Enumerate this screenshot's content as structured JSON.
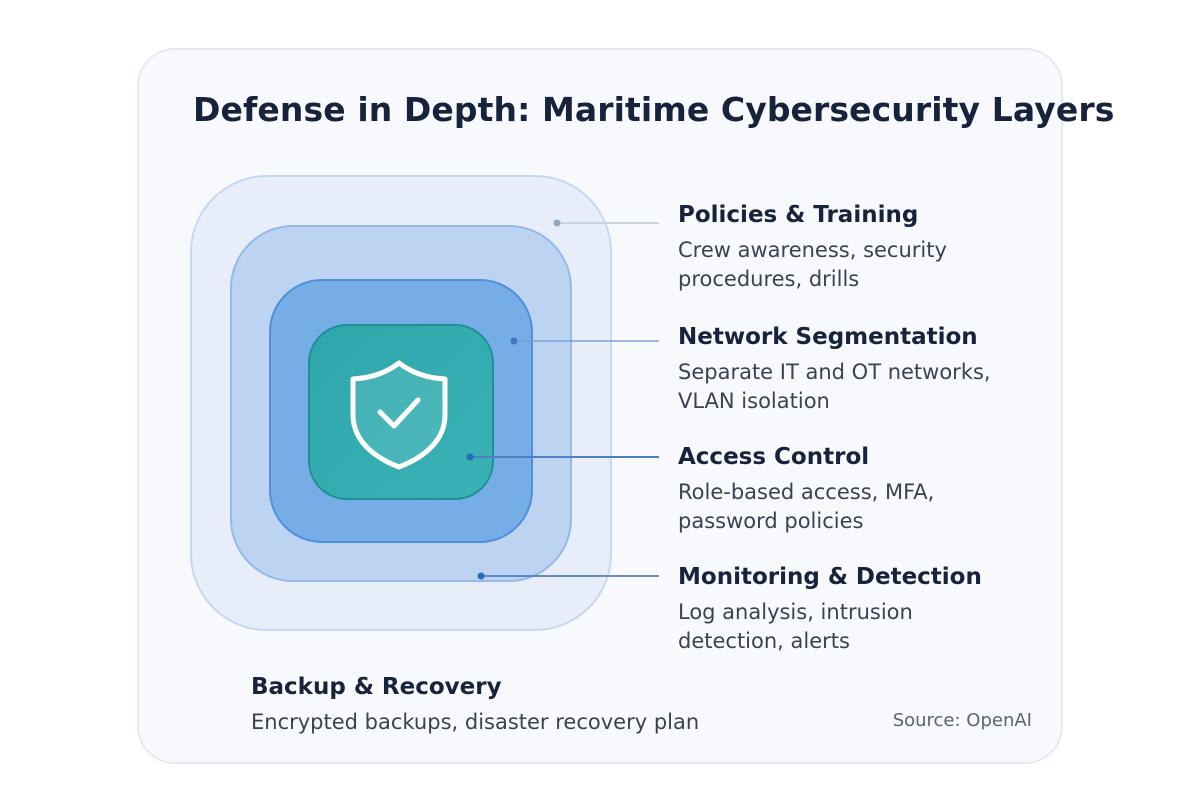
{
  "title": "Defense in Depth: Maritime Cybersecurity Layers",
  "layers": [
    {
      "title": "Policies & Training",
      "description": "Crew awareness, security procedures, drills"
    },
    {
      "title": "Network Segmentation",
      "description": "Separate IT and OT networks, VLAN isolation"
    },
    {
      "title": "Access Control",
      "description": "Role-based access, MFA, password policies"
    },
    {
      "title": "Monitoring & Detection",
      "description": "Log analysis, intrusion detection, alerts"
    }
  ],
  "backup": {
    "title": "Backup & Recovery",
    "description": "Encrypted backups, disaster recovery plan"
  },
  "source": "Source: OpenAI",
  "center_icon": "shield-check-icon",
  "colors": {
    "outer_layer": "#e8eef9",
    "second_layer": "#bcd4f1",
    "third_layer": "#76ade6",
    "core_layer": "#3aaeb2",
    "connector": "#4d82c8",
    "title_text": "#17233c"
  }
}
